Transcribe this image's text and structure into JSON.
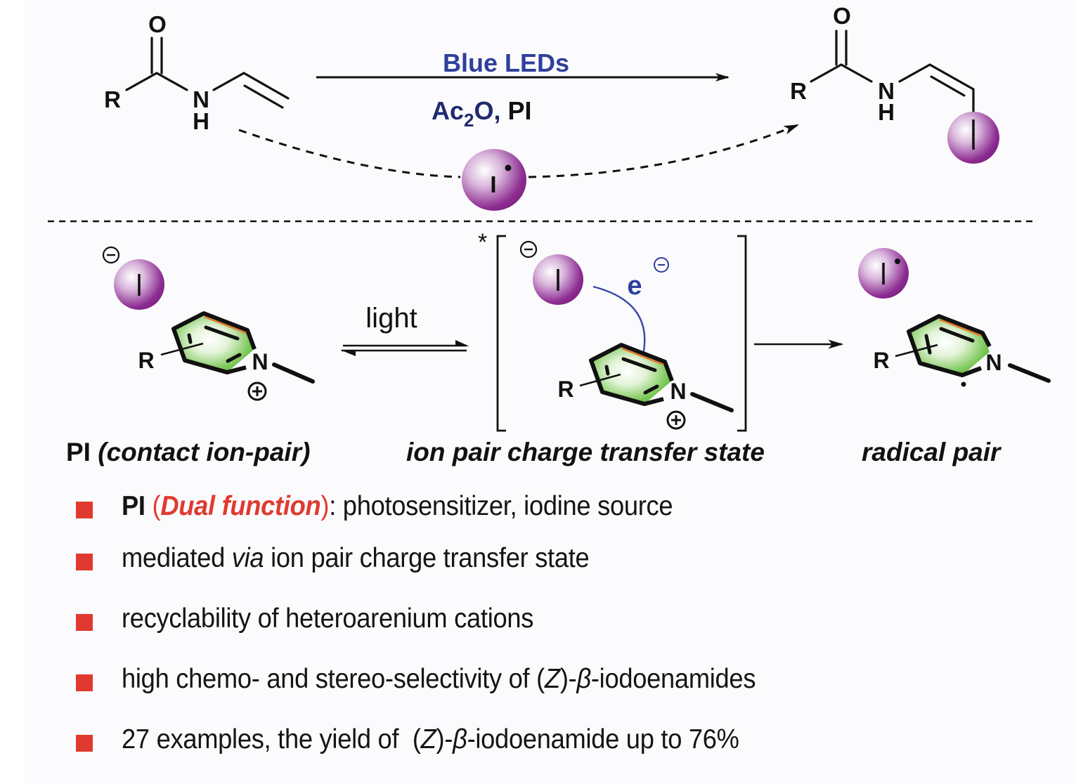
{
  "reaction": {
    "condition_top": "Blue LEDs",
    "condition_bottom_reagent": "Ac",
    "condition_bottom_subscript": "2",
    "condition_bottom_reagent_tail": "O, ",
    "condition_bottom_catalyst": "PI",
    "substrate": {
      "r_label": "R",
      "o_label": "O",
      "n_label": "N",
      "h_label": "H"
    },
    "product": {
      "r_label": "R",
      "o_label": "O",
      "n_label": "N",
      "h_label": "H",
      "iodine_label": "I"
    },
    "radical_label": "I"
  },
  "mechanism": {
    "step1": {
      "iodide_label": "I",
      "r_label": "R",
      "n_label": "N",
      "caption_bold": "PI ",
      "caption_italic": "(contact ion-pair)"
    },
    "equilibrium_label": "light",
    "step2": {
      "excited_marker": "*",
      "iodide_label": "I",
      "electron_label": "e",
      "r_label": "R",
      "n_label": "N",
      "caption": "ion pair charge transfer state"
    },
    "step3": {
      "iodine_label": "I",
      "r_label": "R",
      "n_label": "N",
      "caption": "radical pair"
    }
  },
  "bullets": [
    {
      "pre_bold": "PI",
      "paren_open": " (",
      "highlight": "Dual function",
      "paren_close": ")",
      "rest": ": photosensitizer, iodine source"
    },
    {
      "pre": "mediated ",
      "italic": "via",
      "rest": " ion pair charge transfer state"
    },
    {
      "text": "recyclability of heteroarenium cations"
    },
    {
      "pre": "high chemo- and stereo-selectivity of (",
      "italic": "Z",
      "mid": ")-",
      "greek": "β",
      "rest": "-iodoenamides"
    },
    {
      "pre": "27 examples, the yield of  (",
      "italic": "Z",
      "mid": ")-",
      "greek": "β",
      "rest": "-iodoenamide up to 76%"
    }
  ],
  "colors": {
    "accent_blue": "#2e3f9c",
    "reagent_navy": "#1f2a6e",
    "bullet_red": "#e03a30",
    "iodine_purple": "#8a2a8e",
    "ring_green": "#6cc24a",
    "ring_orange": "#e8792a"
  }
}
